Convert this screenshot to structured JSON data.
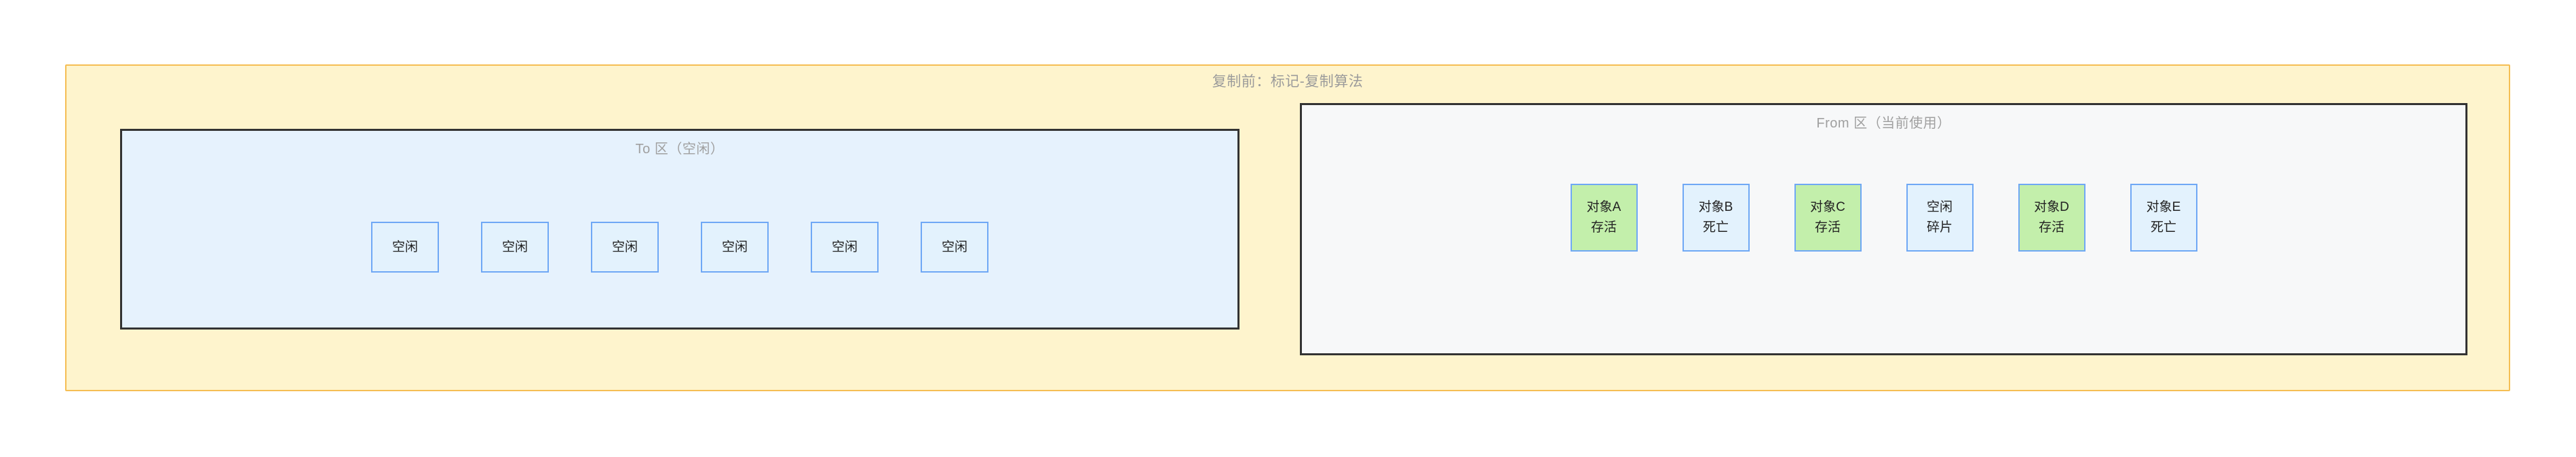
{
  "diagram": {
    "title": "复制前：标记-复制算法",
    "colors": {
      "outer_background": "#FEF4CD",
      "outer_border": "#F5BE54",
      "panel_border": "#333333",
      "to_region_background": "#E6F2FD",
      "from_region_background": "#F7F8F9",
      "slot_border": "#6FA8F5",
      "slot_free_background": "#E3F2FD",
      "slot_alive_background": "#C3EFAB",
      "title_text": "#9B9B9B",
      "region_title_text": "#A0A0A0",
      "slot_text": "#222222"
    },
    "regions": [
      {
        "id": "to-region",
        "title": "To 区（空闲）",
        "slots": [
          {
            "line1": "空闲",
            "line2": "",
            "state": "free"
          },
          {
            "line1": "空闲",
            "line2": "",
            "state": "free"
          },
          {
            "line1": "空闲",
            "line2": "",
            "state": "free"
          },
          {
            "line1": "空闲",
            "line2": "",
            "state": "free"
          },
          {
            "line1": "空闲",
            "line2": "",
            "state": "free"
          },
          {
            "line1": "空闲",
            "line2": "",
            "state": "free"
          }
        ]
      },
      {
        "id": "from-region",
        "title": "From 区（当前使用）",
        "slots": [
          {
            "line1": "对象A",
            "line2": "存活",
            "state": "alive"
          },
          {
            "line1": "对象B",
            "line2": "死亡",
            "state": "free"
          },
          {
            "line1": "对象C",
            "line2": "存活",
            "state": "alive"
          },
          {
            "line1": "空闲",
            "line2": "碎片",
            "state": "free"
          },
          {
            "line1": "对象D",
            "line2": "存活",
            "state": "alive"
          },
          {
            "line1": "对象E",
            "line2": "死亡",
            "state": "free"
          }
        ]
      }
    ]
  }
}
